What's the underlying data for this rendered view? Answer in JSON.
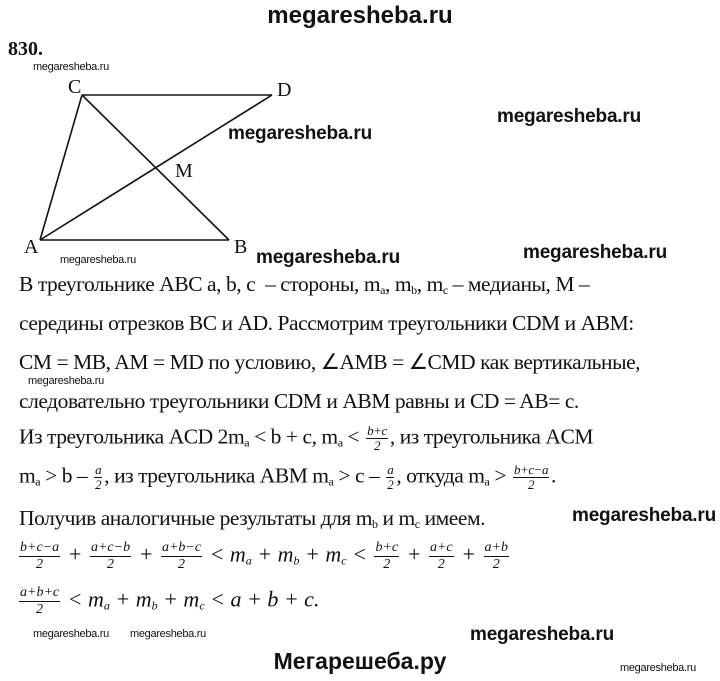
{
  "header": {
    "site": "megaresheba.ru"
  },
  "problem_number": "830.",
  "figure": {
    "labels": {
      "A": "A",
      "B": "B",
      "C": "C",
      "D": "D",
      "M": "M"
    }
  },
  "watermarks": {
    "small": "megaresheba.ru",
    "bold": "megaresheba.ru"
  },
  "lines": [
    [
      {
        "t": "В треугольнике ABC a, b, c  – стороны, m"
      },
      {
        "sub": "a"
      },
      {
        "t": ", m"
      },
      {
        "sub": "b"
      },
      {
        "t": ", m"
      },
      {
        "sub": "c"
      },
      {
        "t": " – медианы, M –"
      }
    ],
    [
      {
        "t": "середины отрезков BC и AD. Рассмотрим треугольники CDM и ABM:"
      }
    ],
    [
      {
        "t": "CM = MB, AM = MD по условию, ∠AMB = ∠CMD как вертикальные,"
      }
    ],
    [
      {
        "t": "следовательно треугольники CDM и ABM равны и CD = AB= c."
      }
    ],
    [
      {
        "t": "Из треугольника ACD 2m"
      },
      {
        "sub": "a"
      },
      {
        "t": " < b + c, m"
      },
      {
        "sub": "a"
      },
      {
        "t": " < "
      },
      {
        "num": "b+c",
        "den": "2"
      },
      {
        "t": ", из треугольника ACM"
      }
    ],
    [
      {
        "t": "m"
      },
      {
        "sub": "a"
      },
      {
        "t": " > b – "
      },
      {
        "num": "a",
        "den": "2"
      },
      {
        "t": ", из треугольника ABM m"
      },
      {
        "sub": "a"
      },
      {
        "t": " > c – "
      },
      {
        "num": "a",
        "den": "2"
      },
      {
        "t": ", откуда m"
      },
      {
        "sub": "a"
      },
      {
        "t": " > "
      },
      {
        "num": "b+c−a",
        "den": "2"
      },
      {
        "t": "."
      }
    ],
    [
      {
        "t": "Получив аналогичные результаты для m"
      },
      {
        "sub": "b"
      },
      {
        "t": " и m"
      },
      {
        "sub": "c"
      },
      {
        "t": " имеем."
      }
    ]
  ],
  "equations": [
    [
      {
        "num": "b+c−a",
        "den": "2"
      },
      {
        "t": " + "
      },
      {
        "num": "a+c−b",
        "den": "2"
      },
      {
        "t": " + "
      },
      {
        "num": "a+b−c",
        "den": "2"
      },
      {
        "t": " < m"
      },
      {
        "sub": "a"
      },
      {
        "t": " + m"
      },
      {
        "sub": "b"
      },
      {
        "t": " + m"
      },
      {
        "sub": "c"
      },
      {
        "t": " < "
      },
      {
        "num": "b+c",
        "den": "2"
      },
      {
        "t": " + "
      },
      {
        "num": "a+c",
        "den": "2"
      },
      {
        "t": " + "
      },
      {
        "num": "a+b",
        "den": "2"
      }
    ],
    [
      {
        "num": "a+b+c",
        "den": "2"
      },
      {
        "t": " < m"
      },
      {
        "sub": "a"
      },
      {
        "t": " + m"
      },
      {
        "sub": "b"
      },
      {
        "t": " + m"
      },
      {
        "sub": "c"
      },
      {
        "t": " < a + b + c."
      }
    ]
  ],
  "footer": {
    "site": "Мегарешеба.ру"
  }
}
